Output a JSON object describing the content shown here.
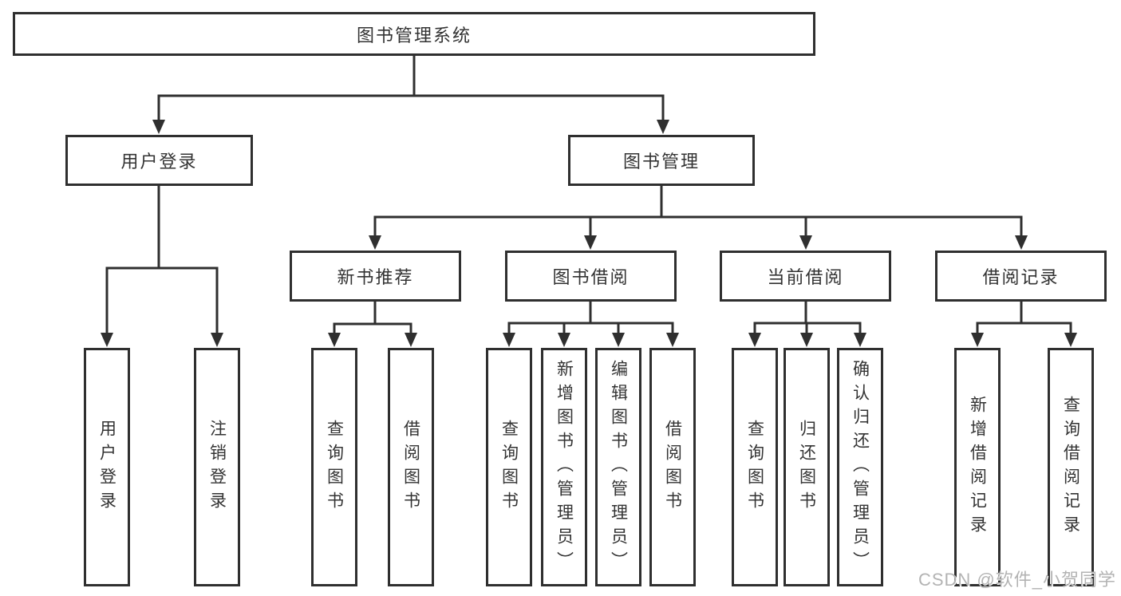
{
  "tree": {
    "root": "图书管理系统",
    "branches": [
      {
        "label": "用户登录",
        "children": [
          "用户登录",
          "注销登录"
        ]
      },
      {
        "label": "图书管理",
        "modules": [
          {
            "label": "新书推荐",
            "children": [
              "查询图书",
              "借阅图书"
            ]
          },
          {
            "label": "图书借阅",
            "children": [
              "查询图书",
              "新增图书（管理员）",
              "编辑图书（管理员）",
              "借阅图书"
            ]
          },
          {
            "label": "当前借阅",
            "children": [
              "查询图书",
              "归还图书",
              "确认归还（管理员）"
            ]
          },
          {
            "label": "借阅记录",
            "children": [
              "新增借阅记录",
              "查询借阅记录"
            ]
          }
        ]
      }
    ]
  },
  "watermark": {
    "text": "CSDN @软件_小贺同学"
  },
  "colors": {
    "line": "#2f2f2f",
    "text": "#333333",
    "watermark": "#b3b3b3",
    "background": "#ffffff"
  }
}
